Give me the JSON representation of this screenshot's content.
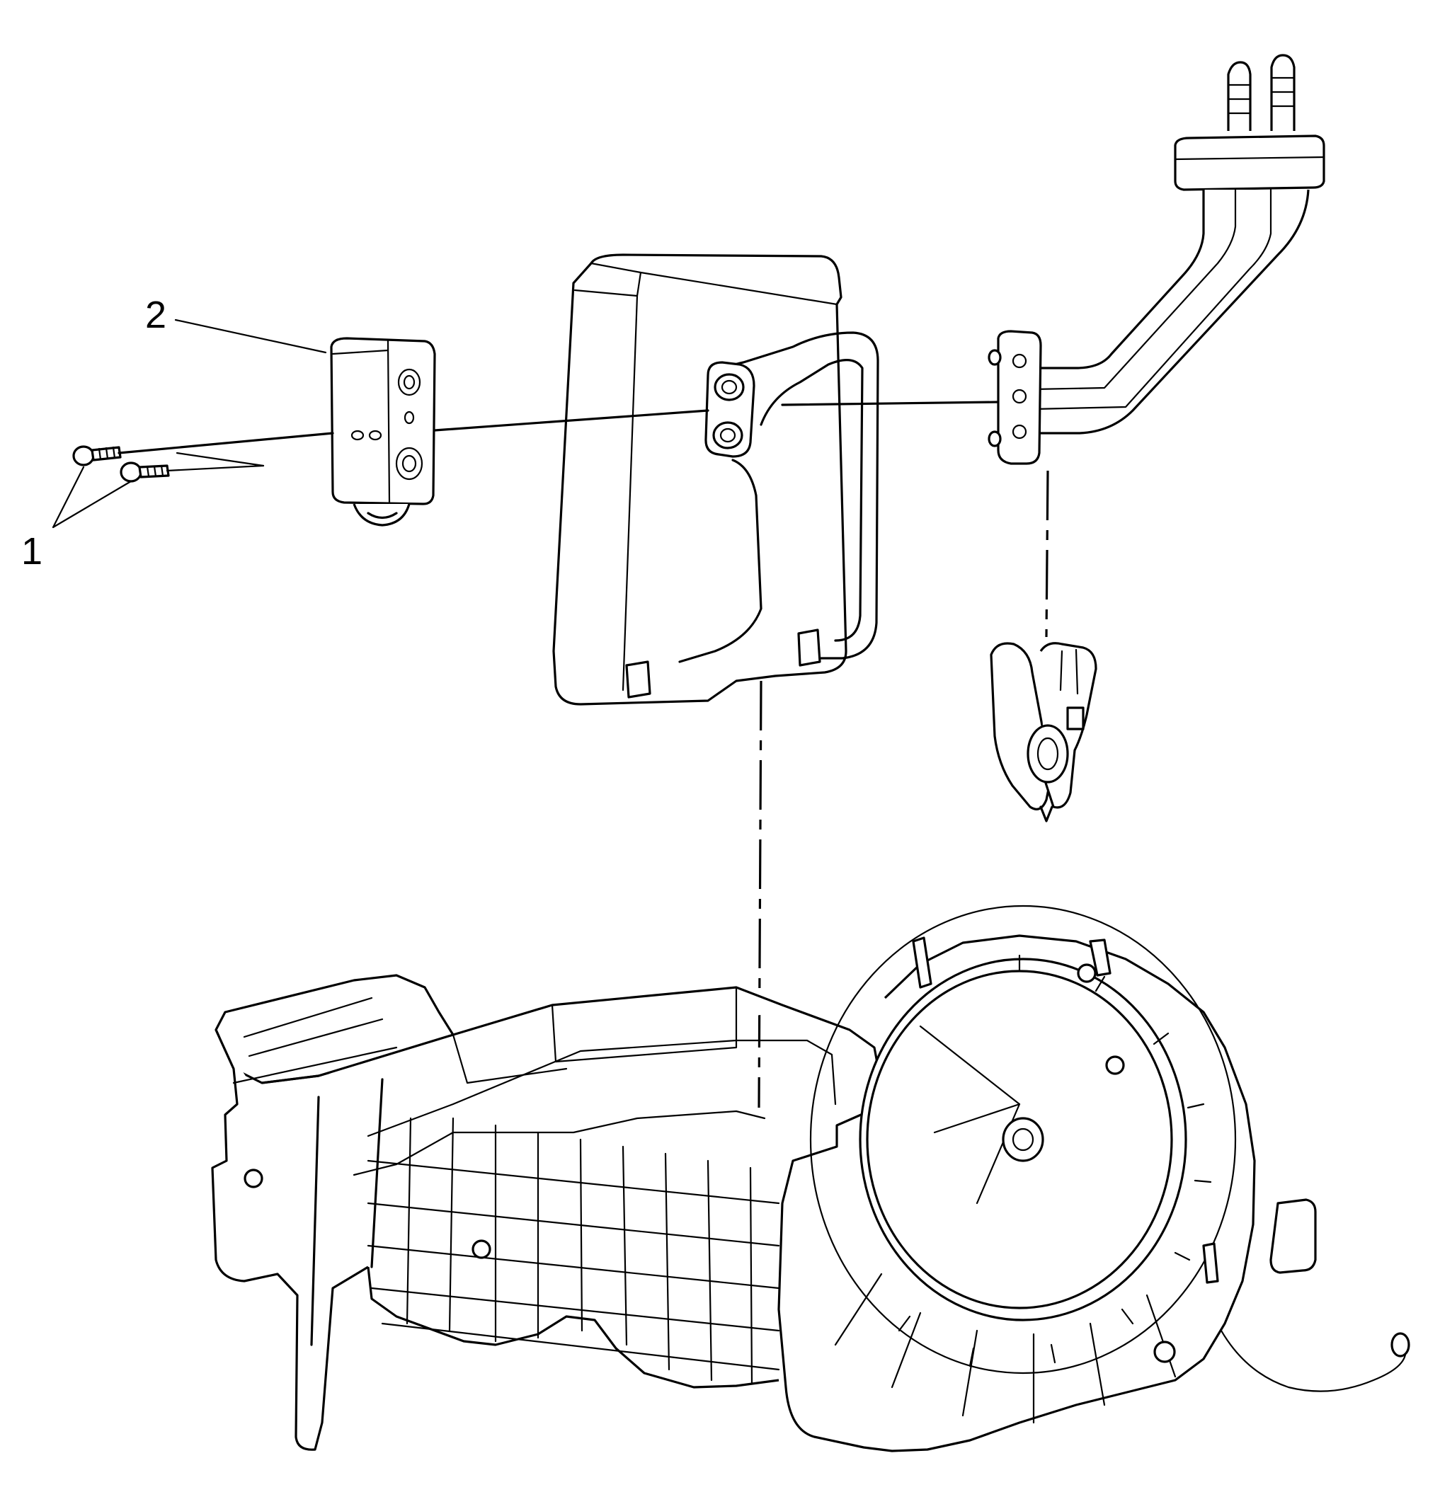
{
  "callouts": [
    {
      "id": "fastener-callout",
      "label": "1"
    },
    {
      "id": "expansion-valve-callout",
      "label": "2"
    }
  ],
  "colors": {
    "line": "#000000",
    "background": "#ffffff"
  }
}
